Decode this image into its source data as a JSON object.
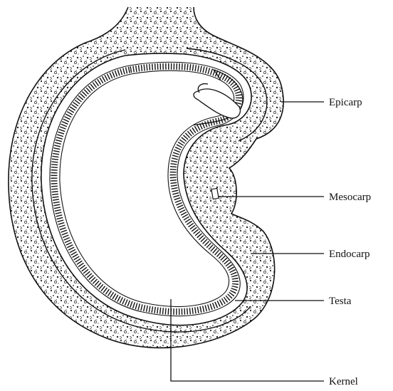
{
  "labels": {
    "epicarp": "Epicarp",
    "mesocarp": "Mesocarp",
    "endocarp": "Endocarp",
    "testa": "Testa",
    "kernel": "Kernel"
  },
  "colors": {
    "ink": "#111111",
    "background": "#ffffff"
  }
}
